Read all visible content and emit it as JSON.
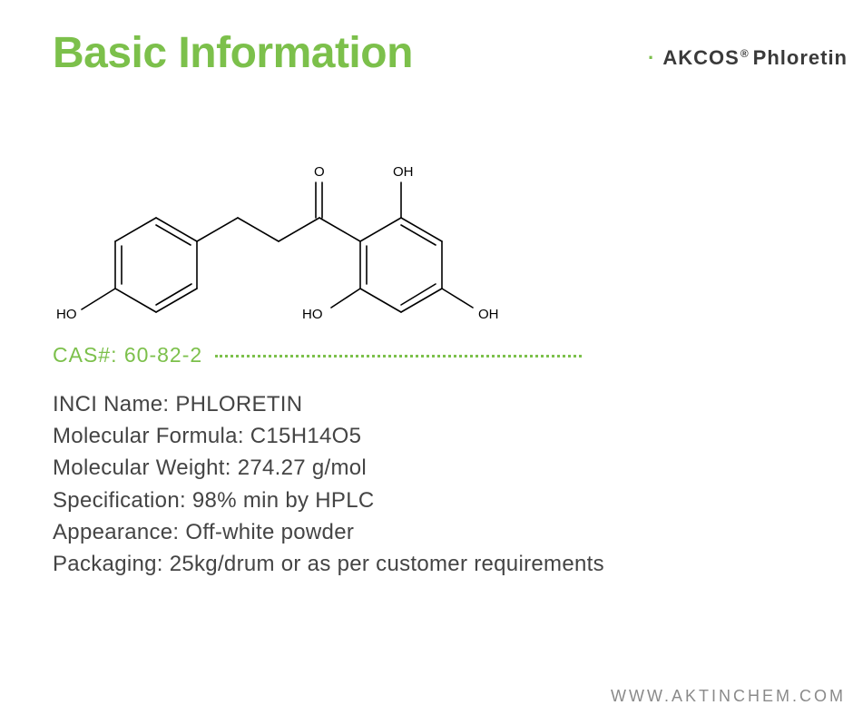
{
  "header": {
    "title": "Basic Information",
    "brand_bullet": "·",
    "brand_name": "AKCOS",
    "brand_mark": "®",
    "brand_product": "Phloretin"
  },
  "structure": {
    "labels": {
      "oxygen": "O",
      "oh_top": "OH",
      "ho_left": "HO",
      "ho_bottom": "HO",
      "oh_right": "OH"
    }
  },
  "cas": {
    "text": "CAS#: 60-82-2"
  },
  "info": {
    "inci": "INCI Name: PHLORETIN",
    "formula": "Molecular Formula: C15H14O5",
    "weight": "Molecular Weight: 274.27 g/mol",
    "spec": "Specification: 98% min by HPLC",
    "appearance": "Appearance: Off-white powder",
    "packaging": "Packaging: 25kg/drum or as per customer requirements"
  },
  "footer": {
    "website": "WWW.AKTINCHEM.COM"
  },
  "colors": {
    "accent": "#7cc04b",
    "text": "#444444",
    "footer": "#8a8a8a"
  }
}
